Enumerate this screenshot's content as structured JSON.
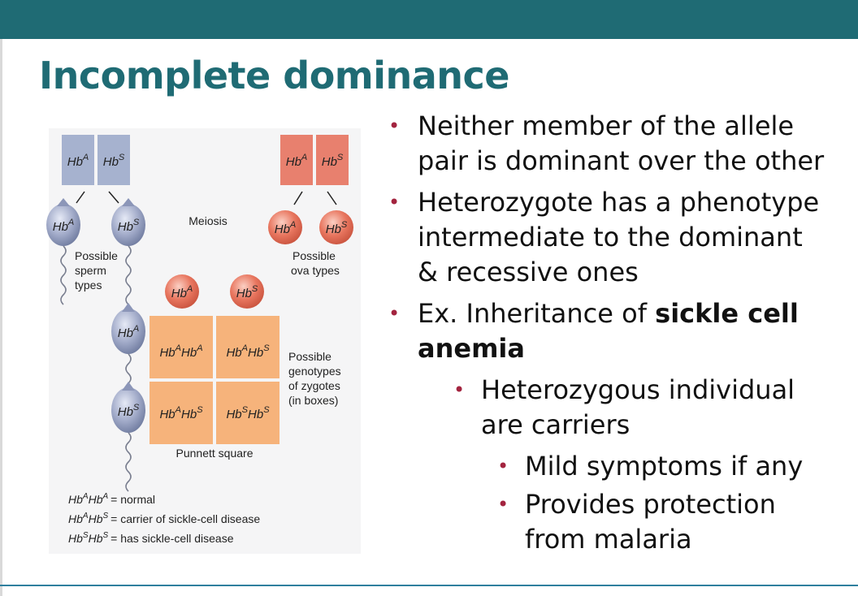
{
  "slide": {
    "title": "Incomplete dominance"
  },
  "figure": {
    "hb": "Hb",
    "sup_a": "A",
    "sup_s": "S",
    "meiosis": "Meiosis",
    "possible_sperm": [
      "Possible",
      "sperm",
      "types"
    ],
    "possible_ova": [
      "Possible",
      "ova types"
    ],
    "possible_genotypes": [
      "Possible",
      "genotypes",
      "of zygotes",
      "(in boxes)"
    ],
    "punnett_square": "Punnett square",
    "legend": {
      "normal": "= normal",
      "carrier": "= carrier of sickle-cell disease",
      "disease": "= has sickle-cell disease"
    }
  },
  "bullets": {
    "b1": [
      "Neither member of the allele",
      "pair is dominant over the other"
    ],
    "b2": [
      "Heterozygote has a phenotype",
      "intermediate to the dominant",
      "& recessive ones"
    ],
    "b3_prefix": "Ex. Inheritance of ",
    "b3_bold1": "sickle cell",
    "b3_bold2": "anemia",
    "b4": [
      "Heterozygous individual",
      "are carriers"
    ],
    "b5": "Mild symptoms if any",
    "b6": [
      "Provides protection",
      "from malaria"
    ]
  },
  "colors": {
    "header": "#1f6b74",
    "title": "#1f6b74",
    "bullet_dot": "#a3243f",
    "parent_male_box": "#a6b2cf",
    "parent_female_box": "#e8806e",
    "sperm": "#9fa8c8",
    "ovum": "#e2705e",
    "punnett_cell": "#f6b37b"
  }
}
